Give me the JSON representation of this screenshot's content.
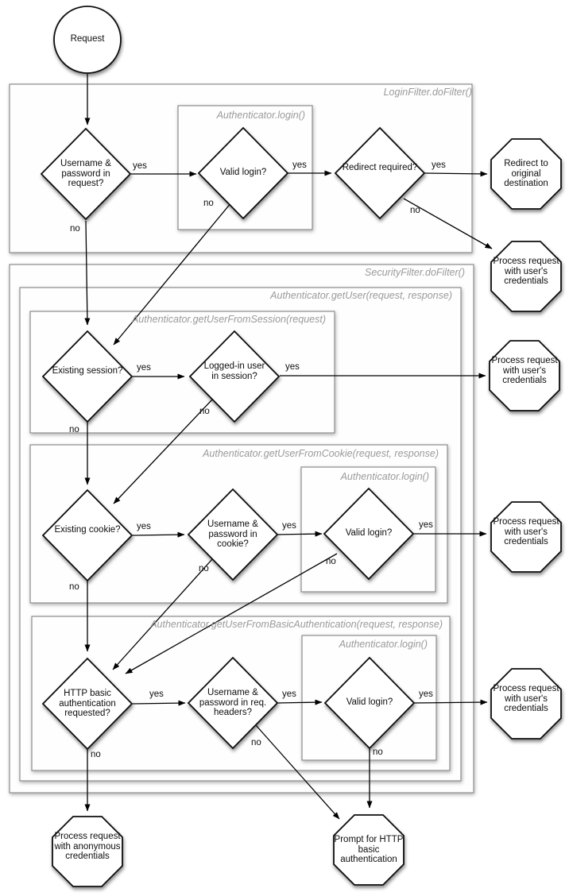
{
  "start": {
    "label": "Request"
  },
  "containers": {
    "login_filter": "LoginFilter.doFilter()",
    "auth_login_top": "Authenticator.login()",
    "security_filter": "SecurityFilter.doFilter()",
    "get_user": "Authenticator.getUser(request, response)",
    "get_user_session": "Authenticator.getUserFromSession(request)",
    "get_user_cookie": "Authenticator.getUserFromCookie(request, response)",
    "auth_login_cookie": "Authenticator.login()",
    "get_user_basic": "Authenticator.getUserFromBasicAuthentication(request, response)",
    "auth_login_basic": "Authenticator.login()"
  },
  "decisions": {
    "username_password_request": "Username & password in request?",
    "valid_login_top": "Valid login?",
    "redirect_required": "Redirect required?",
    "existing_session": "Existing session?",
    "logged_in_user_session": "Logged-in user in session?",
    "existing_cookie": "Existing cookie?",
    "username_password_cookie": "Username & password in cookie?",
    "valid_login_cookie": "Valid login?",
    "http_basic_requested": "HTTP basic authentication requested?",
    "username_password_headers": "Username & password in req. headers?",
    "valid_login_basic": "Valid login?"
  },
  "terminals": {
    "redirect_original": "Redirect to original destination",
    "process_user_login": "Process request with user's credentials",
    "process_user_session": "Process request with user's credentials",
    "process_user_cookie": "Process request with user's credentials",
    "process_user_basic": "Process request with user's credentials",
    "process_anonymous": "Process request with anonymous credentials",
    "prompt_basic": "Prompt for HTTP basic authentication"
  },
  "edge_labels": {
    "request_yes": "yes",
    "request_no": "no",
    "valid_top_yes": "yes",
    "valid_top_no": "no",
    "redirect_yes": "yes",
    "redirect_no": "no",
    "session_yes": "yes",
    "session_no": "no",
    "logged_in_yes": "yes",
    "logged_in_no": "no",
    "cookie_yes": "yes",
    "cookie_no": "no",
    "cookie_up_yes": "yes",
    "cookie_up_no": "no",
    "valid_cookie_yes": "yes",
    "valid_cookie_no": "no",
    "basic_req_yes": "yes",
    "basic_req_no": "no",
    "headers_yes": "yes",
    "headers_no": "no",
    "valid_basic_yes": "yes",
    "valid_basic_no": "no"
  },
  "colors": {
    "line": "#000000",
    "container_border": "#8b8b8b",
    "container_label": "#9a9a9a",
    "shape_fill": "#ffffff"
  }
}
